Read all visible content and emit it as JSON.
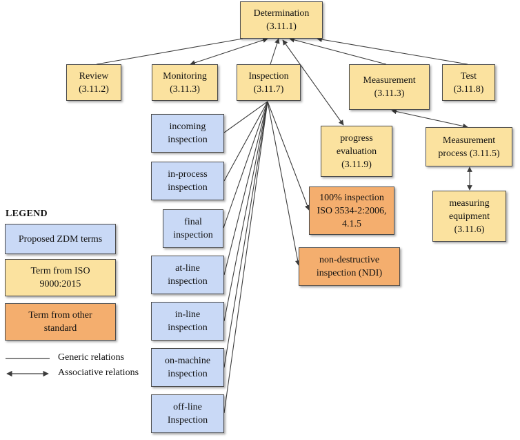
{
  "nodes": {
    "determination": {
      "line1": "Determination",
      "line2": "(3.11.1)",
      "kind": "iso"
    },
    "review": {
      "line1": "Review",
      "line2": "(3.11.2)",
      "kind": "iso"
    },
    "monitoring": {
      "line1": "Monitoring",
      "line2": "(3.11.3)",
      "kind": "iso"
    },
    "inspection": {
      "line1": "Inspection",
      "line2": "(3.11.7)",
      "kind": "iso"
    },
    "measurement": {
      "line1": "Measurement",
      "line2": "(3.11.3)",
      "kind": "iso"
    },
    "test": {
      "line1": "Test",
      "line2": "(3.11.8)",
      "kind": "iso"
    },
    "progress_evaluation": {
      "line1": "progress",
      "line2": "evaluation",
      "line3": "(3.11.9)",
      "kind": "iso"
    },
    "measurement_process": {
      "line1": "Measurement",
      "line2": "process (3.11.5)",
      "kind": "iso"
    },
    "measuring_equipment": {
      "line1": "measuring",
      "line2": "equipment",
      "line3": "(3.11.6)",
      "kind": "iso"
    },
    "hundred_percent_inspection": {
      "line1": "100% inspection",
      "line2": "ISO 3534-2:2006,",
      "line3": "4.1.5",
      "kind": "other"
    },
    "ndi": {
      "line1": "non-destructive",
      "line2": "inspection (NDI)",
      "kind": "other"
    },
    "incoming_inspection": {
      "line1": "incoming",
      "line2": "inspection",
      "kind": "zdm"
    },
    "in_process_inspection": {
      "line1": "in-process",
      "line2": "inspection",
      "kind": "zdm"
    },
    "final_inspection": {
      "line1": "final",
      "line2": "inspection",
      "kind": "zdm"
    },
    "at_line_inspection": {
      "line1": "at-line",
      "line2": "inspection",
      "kind": "zdm"
    },
    "in_line_inspection": {
      "line1": "in-line",
      "line2": "inspection",
      "kind": "zdm"
    },
    "on_machine_inspection": {
      "line1": "on-machine",
      "line2": "inspection",
      "kind": "zdm"
    },
    "off_line_inspection": {
      "line1": "off-line",
      "line2": "Inspection",
      "kind": "zdm"
    }
  },
  "edges": [
    {
      "from": "determination",
      "to": "review",
      "type": "generic"
    },
    {
      "from": "determination",
      "to": "monitoring",
      "type": "associative"
    },
    {
      "from": "determination",
      "to": "inspection",
      "type": "generic"
    },
    {
      "from": "determination",
      "to": "measurement",
      "type": "generic"
    },
    {
      "from": "determination",
      "to": "test",
      "type": "generic"
    },
    {
      "from": "determination",
      "to": "progress_evaluation",
      "type": "associative"
    },
    {
      "from": "measurement",
      "to": "measurement_process",
      "type": "associative"
    },
    {
      "from": "measurement_process",
      "to": "measuring_equipment",
      "type": "associative"
    },
    {
      "from": "inspection",
      "to": "incoming_inspection",
      "type": "generic"
    },
    {
      "from": "inspection",
      "to": "in_process_inspection",
      "type": "generic"
    },
    {
      "from": "inspection",
      "to": "final_inspection",
      "type": "generic"
    },
    {
      "from": "inspection",
      "to": "at_line_inspection",
      "type": "generic"
    },
    {
      "from": "inspection",
      "to": "in_line_inspection",
      "type": "generic"
    },
    {
      "from": "inspection",
      "to": "on_machine_inspection",
      "type": "generic"
    },
    {
      "from": "inspection",
      "to": "off_line_inspection",
      "type": "generic"
    },
    {
      "from": "inspection",
      "to": "hundred_percent_inspection",
      "type": "generic"
    },
    {
      "from": "inspection",
      "to": "ndi",
      "type": "generic"
    }
  ],
  "legend": {
    "title": "LEGEND",
    "zdm_label": "Proposed ZDM terms",
    "iso_label": "Term from ISO 9000:2015",
    "other_label": "Term from other standard",
    "generic_label": "Generic relations",
    "associative_label": "Associative relations"
  },
  "colors": {
    "iso": "#fbe29f",
    "zdm": "#c9d9f6",
    "other": "#f4ae6e",
    "line": "#3c3c3c",
    "border": "#4b4b4b"
  }
}
